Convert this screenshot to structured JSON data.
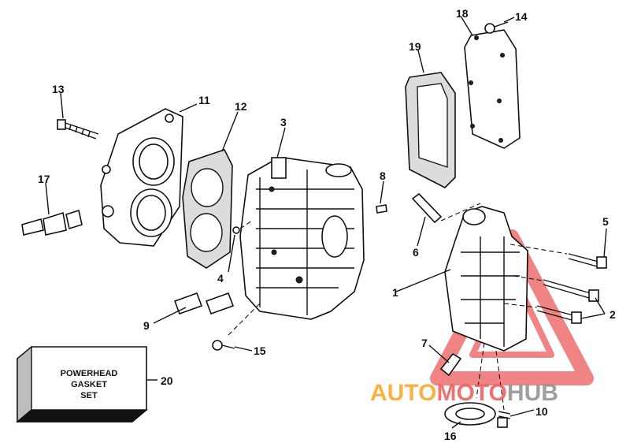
{
  "callouts": {
    "c1": "1",
    "c2": "2",
    "c3": "3",
    "c4": "4",
    "c5": "5",
    "c6": "6",
    "c7": "7",
    "c8": "8",
    "c9": "9",
    "c10": "10",
    "c11": "11",
    "c12": "12",
    "c13": "13",
    "c14": "14",
    "c15": "15",
    "c16": "16",
    "c17": "17",
    "c18": "18",
    "c19": "19",
    "c20": "20"
  },
  "gasket_box": {
    "line1": "POWERHEAD",
    "line2": "GASKET",
    "line3": "SET"
  },
  "watermark": {
    "part1": "AUTO",
    "part2": "MOTO",
    "part3": "HUB",
    "color_orange": "#f5a623",
    "color_red": "#e53935",
    "color_gray": "#9e9e9e"
  }
}
